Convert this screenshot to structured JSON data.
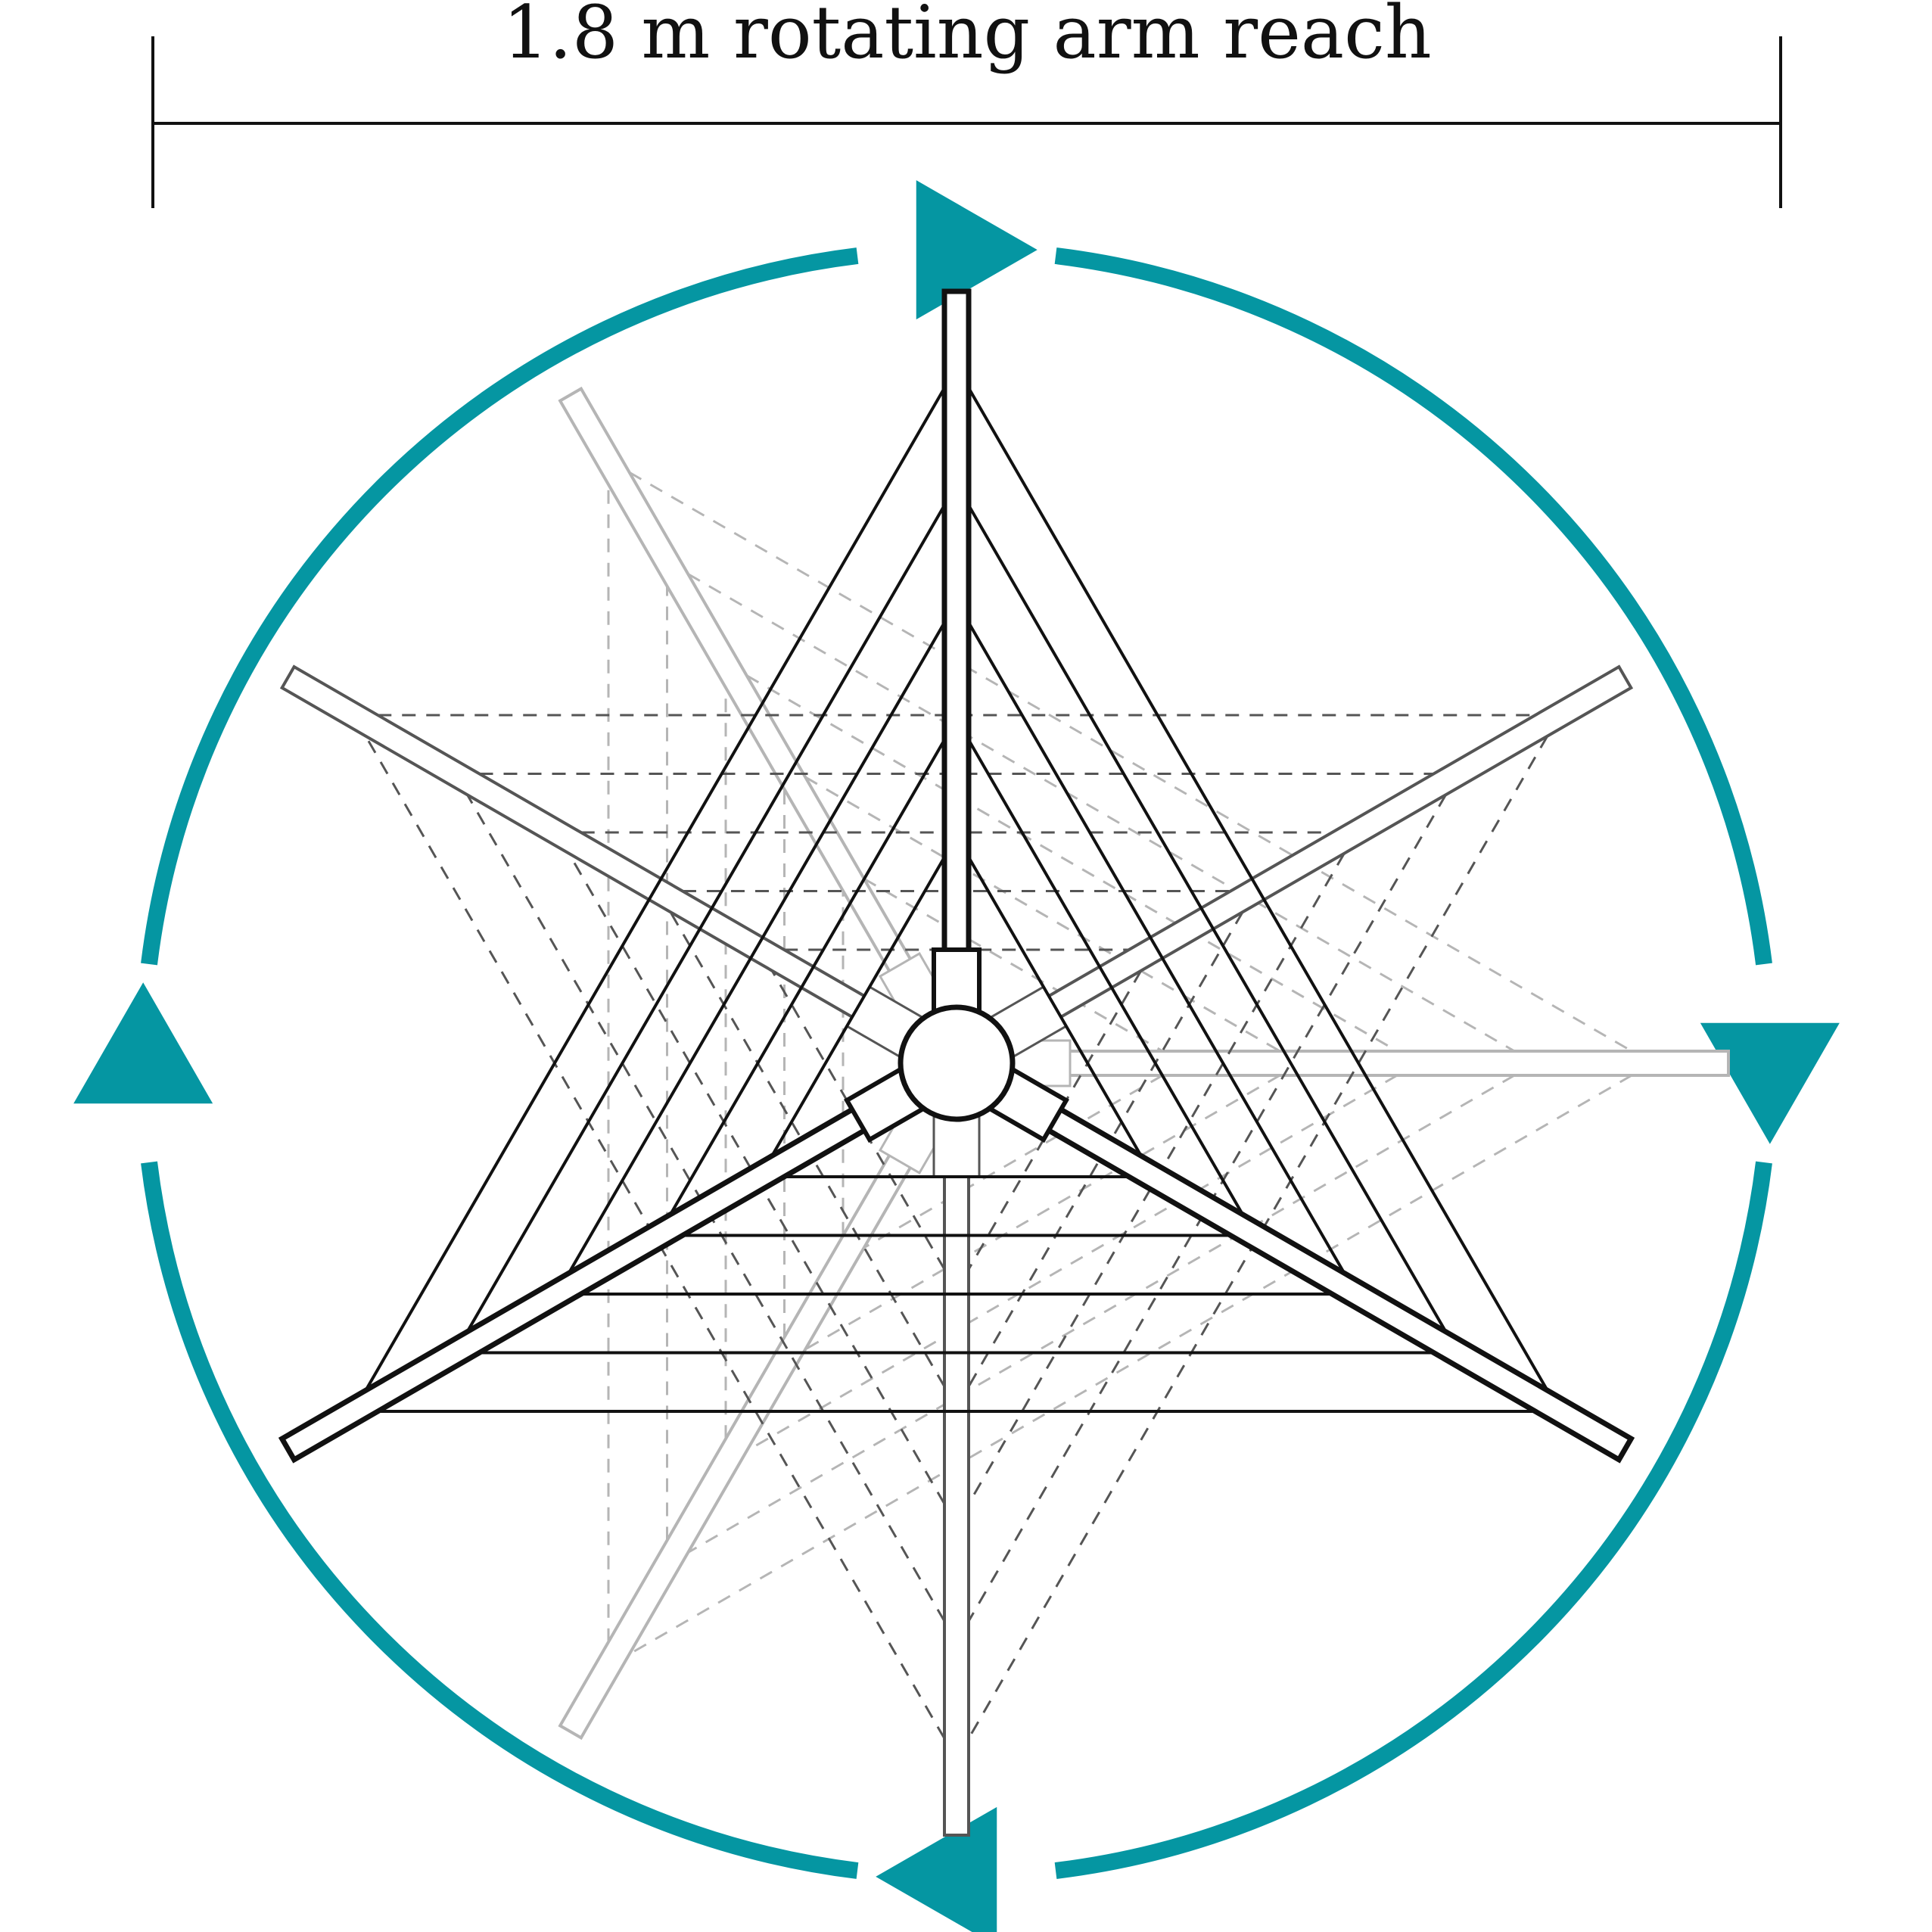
{
  "title": "1.8 m rotating arm reach",
  "colors": {
    "accent": "#0596a2",
    "line": "#111111",
    "ghost_dark": "#555555",
    "ghost_light": "#b5b5b5"
  },
  "rotation_direction": "clockwise",
  "arm_count": 3,
  "line_rows": 5
}
